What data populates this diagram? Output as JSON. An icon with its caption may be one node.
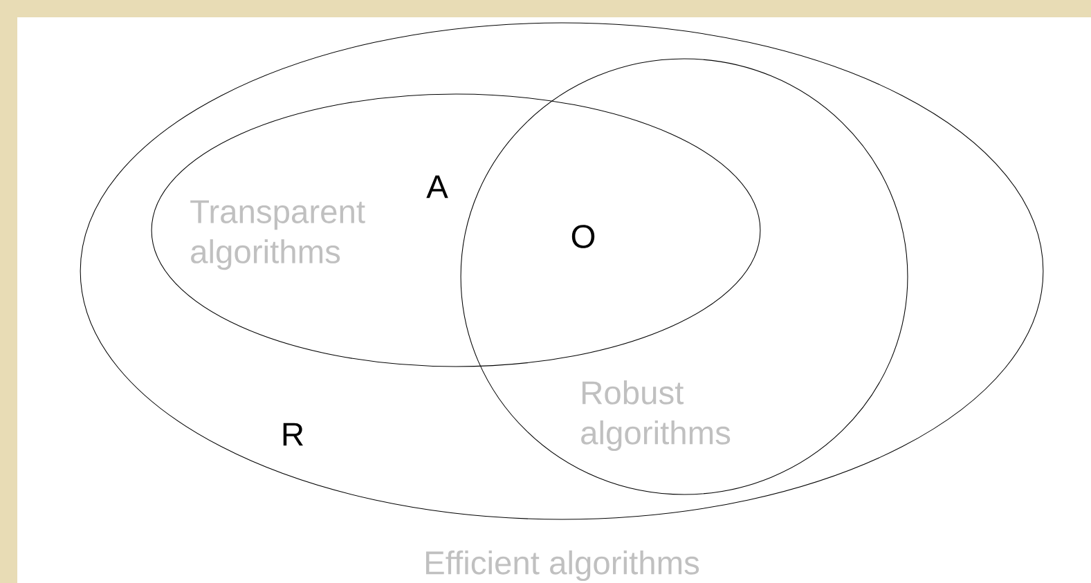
{
  "diagram": {
    "nodes": [
      {
        "text": [
          "Efficient algorithms"
        ]
      },
      {
        "text": [
          "Transparent algorithms"
        ],
        "in": 0
      },
      {
        "text": [
          "Robust algorithms"
        ],
        "in": 0
      }
    ],
    "labels": [
      "A",
      "O",
      "R"
    ]
  }
}
